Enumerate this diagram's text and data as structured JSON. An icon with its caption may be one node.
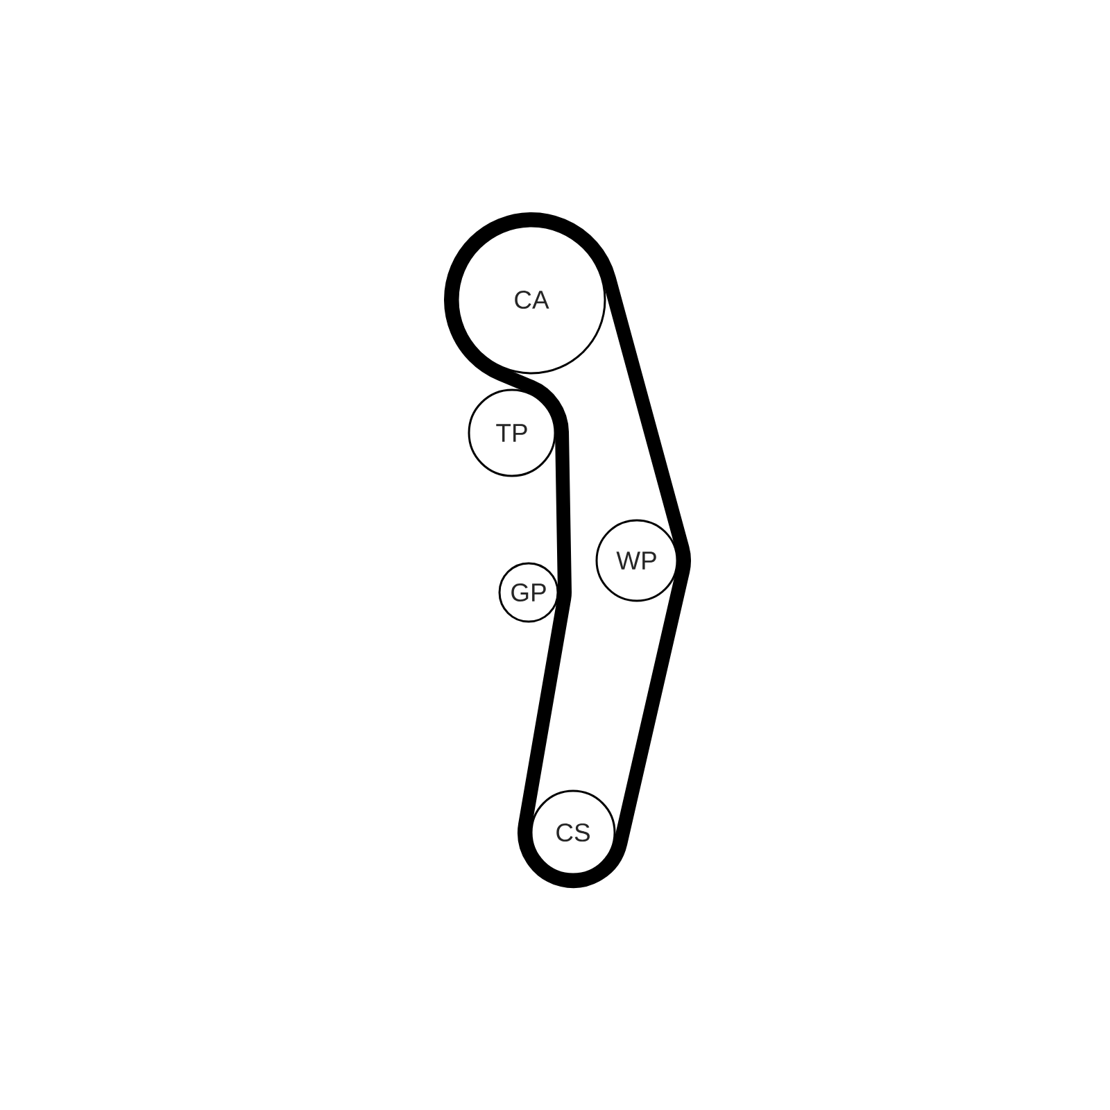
{
  "diagram": {
    "nodes": [
      {
        "text": [
          "CA"
        ]
      },
      {
        "text": [
          "TP"
        ]
      },
      {
        "text": [
          "WP"
        ]
      },
      {
        "text": [
          "GP"
        ]
      },
      {
        "text": [
          "CS"
        ]
      }
    ]
  }
}
